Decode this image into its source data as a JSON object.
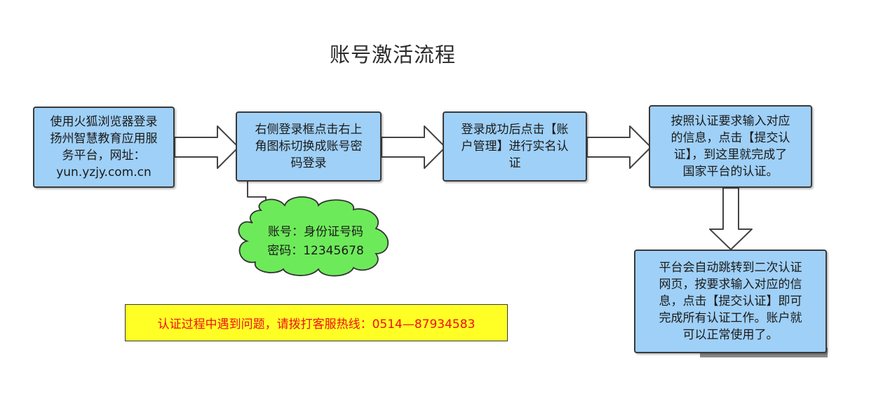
{
  "title": "账号激活流程",
  "steps": [
    {
      "text": "使用火狐浏览器登录\n扬州智慧教育应用服\n务平台，网址：\nyun.yzjy.com.cn"
    },
    {
      "text": "右侧登录框点击右上\n角图标切换成账号密\n码登录"
    },
    {
      "text": "登录成功后点击【账\n户管理】进行实名认\n证"
    },
    {
      "text": "按照认证要求输入对应\n的信息，点击【提交认\n证】，到这里就完成了\n国家平台的认证。"
    },
    {
      "text": "平台会自动跳转到二次认证\n网页，按要求输入对应的信\n息，点击【提交认证】即可\n完成所有认证工作。账户就\n可以正常使用了。"
    }
  ],
  "cloud": {
    "text": "账号：身份证号码\n密码：12345678"
  },
  "note": {
    "text": "认证过程中遇到问题，请拨打客服热线：0514—87934583"
  },
  "colors": {
    "box_fill": "#9fd0f7",
    "cloud_fill": "#6dea5a",
    "note_fill": "#ffff26",
    "note_text": "#ee1111"
  }
}
